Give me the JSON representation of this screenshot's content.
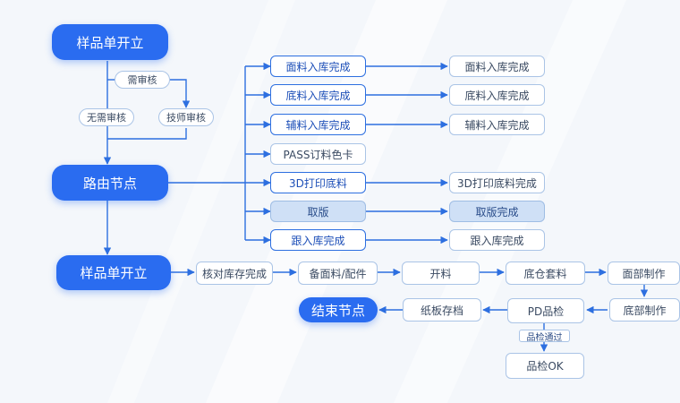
{
  "nodes": {
    "start_top": "样品单开立",
    "need_review": "需审核",
    "no_review": "无需审核",
    "tech_review": "技师审核",
    "routing_node": "路由节点",
    "fabric_in": "面料入库完成",
    "fabric_in_done": "面料入库完成",
    "base_in": "底料入库完成",
    "base_in_done": "底料入库完成",
    "aux_in": "辅料入库完成",
    "aux_in_done": "辅料入库完成",
    "pass_color": "PASS订料色卡",
    "print_3d": "3D打印底料",
    "print_3d_done": "3D打印底料完成",
    "take_plate": "取版",
    "take_plate_done": "取版完成",
    "follow_in": "跟入库完成",
    "follow_in_done": "跟入库完成",
    "start_second": "样品单开立",
    "stock_check": "核对库存完成",
    "prepare_materials": "备面料/配件",
    "cutting": "开料",
    "warehouse_kit": "底仓套料",
    "upper_making": "面部制作",
    "bottom_making": "底部制作",
    "pd_inspect": "PD品检",
    "pass_tag": "品检通过",
    "qc_ok": "品检OK",
    "archive": "纸板存档",
    "end_node": "结束节点"
  },
  "colors": {
    "primary": "#2a6cf0",
    "line": "#2d6fe0",
    "border": "#aac4e6",
    "shaded": "#cfe0f6",
    "background": "#f4f7fb"
  }
}
